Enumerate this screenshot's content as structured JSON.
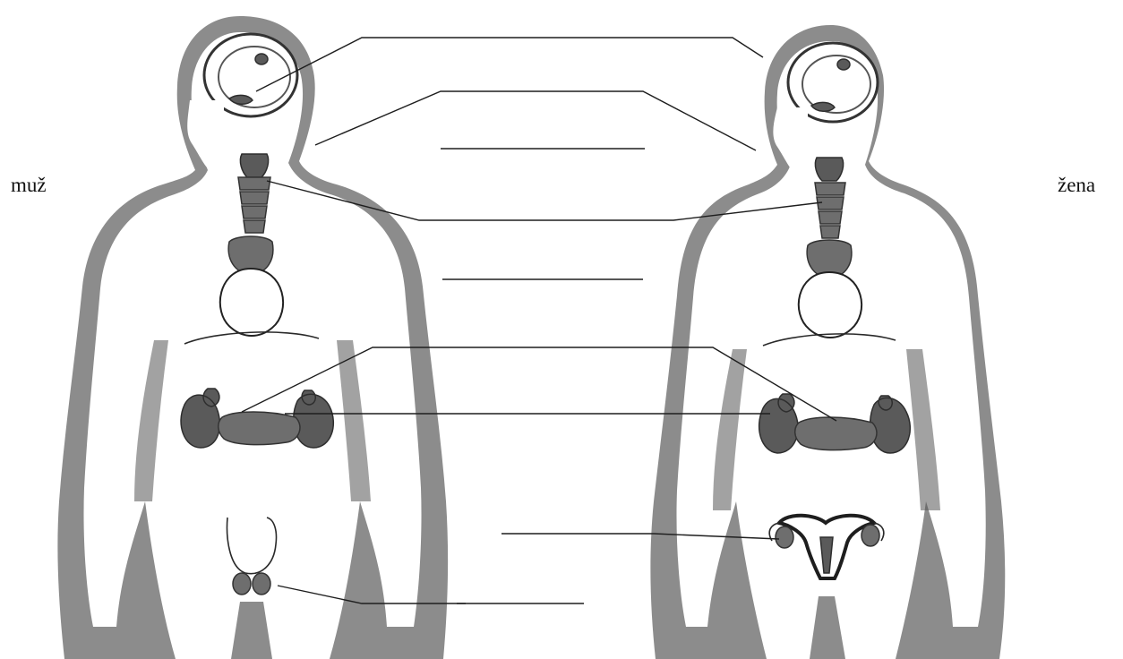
{
  "labels": {
    "male": "muž",
    "female": "žena"
  },
  "colors": {
    "silhouette": "#8c8c8c",
    "gland": "#5a5a5a",
    "line": "#1e1e1e",
    "background": "#ffffff"
  },
  "answer_blanks": [
    {
      "id": "blank-1",
      "text": ""
    },
    {
      "id": "blank-2",
      "text": ""
    },
    {
      "id": "blank-3",
      "text": ""
    },
    {
      "id": "blank-4",
      "text": ""
    },
    {
      "id": "blank-5",
      "text": ""
    },
    {
      "id": "blank-6",
      "text": ""
    },
    {
      "id": "blank-7",
      "text": ""
    },
    {
      "id": "blank-8",
      "text": ""
    },
    {
      "id": "blank-9",
      "text": ""
    }
  ]
}
